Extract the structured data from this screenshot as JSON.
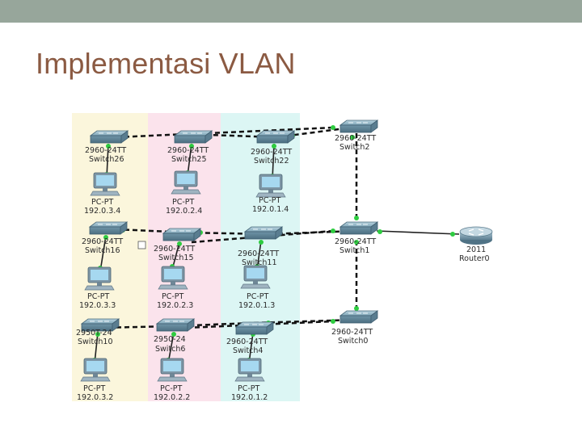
{
  "slide": {
    "title": "Implementasi VLAN"
  },
  "colors": {
    "topbar": "#97a69b",
    "title": "#8b5a42",
    "zone_yellow": "#fbf6dc",
    "zone_pink": "#fbe3ec",
    "zone_cyan": "#dcf6f4",
    "link_green": "#2ecc40"
  },
  "devices": {
    "sw26": {
      "model": "2960-24TT",
      "name": "Switch26"
    },
    "sw25": {
      "model": "2960-24TT",
      "name": "Switch25"
    },
    "sw22": {
      "model": "2960-24TT",
      "name": "Switch22"
    },
    "sw2": {
      "model": "2960-24TT",
      "name": "Switch2"
    },
    "sw16": {
      "model": "2960-24TT",
      "name": "Switch16"
    },
    "sw15": {
      "model": "2960-24TT",
      "name": "Switch15"
    },
    "sw11": {
      "model": "2960-24TT",
      "name": "Switch11"
    },
    "sw1": {
      "model": "2960-24TT",
      "name": "Switch1"
    },
    "sw10": {
      "model": "2950T-24",
      "name": "Switch10"
    },
    "sw6": {
      "model": "2950-24",
      "name": "Switch6"
    },
    "sw4": {
      "model": "2960-24TT",
      "name": "Switch4"
    },
    "sw0": {
      "model": "2960-24TT",
      "name": "Switch0"
    },
    "router": {
      "model": "2011",
      "name": "Router0"
    }
  },
  "pcs": {
    "pc_034": {
      "type": "PC-PT",
      "ip": "192.0.3.4"
    },
    "pc_024": {
      "type": "PC-PT",
      "ip": "192.0.2.4"
    },
    "pc_014": {
      "type": "PC-PT",
      "ip": "192.0.1.4"
    },
    "pc_033": {
      "type": "PC-PT",
      "ip": "192.0.3.3"
    },
    "pc_023": {
      "type": "PC-PT",
      "ip": "192.0.2.3"
    },
    "pc_013": {
      "type": "PC-PT",
      "ip": "192.0.1.3"
    },
    "pc_032": {
      "type": "PC-PT",
      "ip": "192.0.3.2"
    },
    "pc_022": {
      "type": "PC-PT",
      "ip": "192.0.2.2"
    },
    "pc_012": {
      "type": "PC-PT",
      "ip": "192.0.1.2"
    }
  }
}
